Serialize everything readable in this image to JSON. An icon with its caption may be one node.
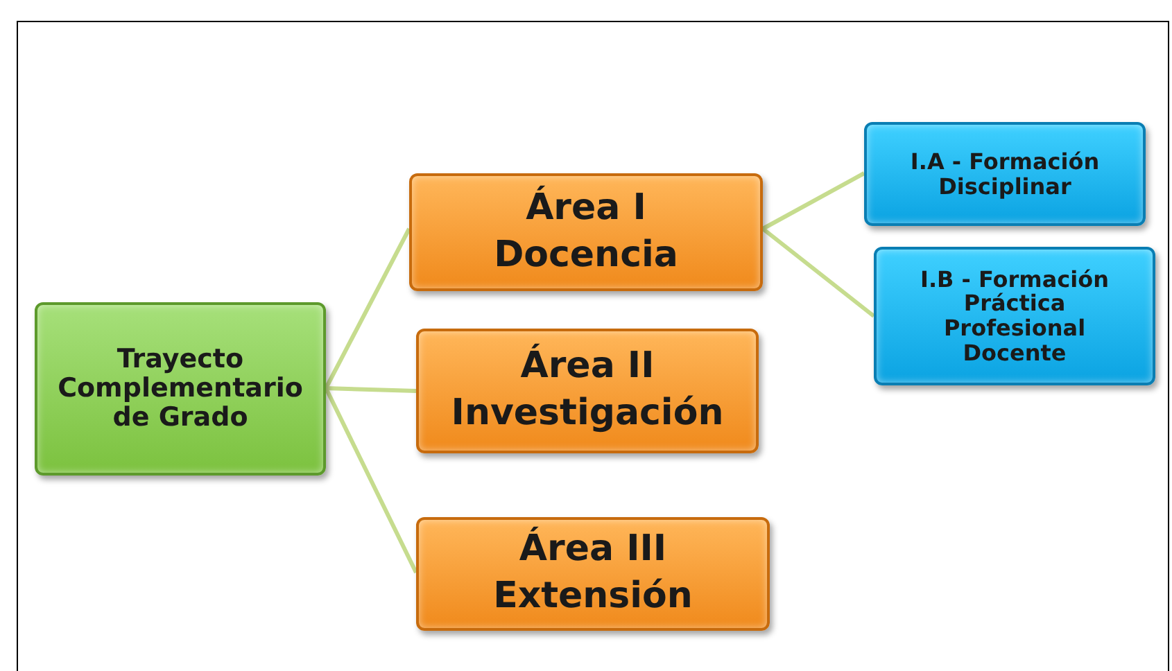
{
  "diagram": {
    "nodes": [
      {
        "text": [
          "Trayecto Complementario de Grado"
        ]
      },
      {
        "text": [
          "Área I Docencia"
        ]
      },
      {
        "text": [
          "Área II Investigación"
        ]
      },
      {
        "text": [
          "Área III Extensión"
        ]
      },
      {
        "text": [
          "I.A - Formación Disciplinar"
        ]
      },
      {
        "text": [
          "I.B - Formación Práctica Profesional Docente"
        ]
      }
    ],
    "edges": [
      {
        "from": 0,
        "to": 1,
        "arrow": "none"
      },
      {
        "from": 0,
        "to": 2,
        "arrow": "none"
      },
      {
        "from": 0,
        "to": 3,
        "arrow": "none"
      },
      {
        "from": 1,
        "to": 4,
        "arrow": "none"
      },
      {
        "from": 1,
        "to": 5,
        "arrow": "none"
      }
    ]
  }
}
